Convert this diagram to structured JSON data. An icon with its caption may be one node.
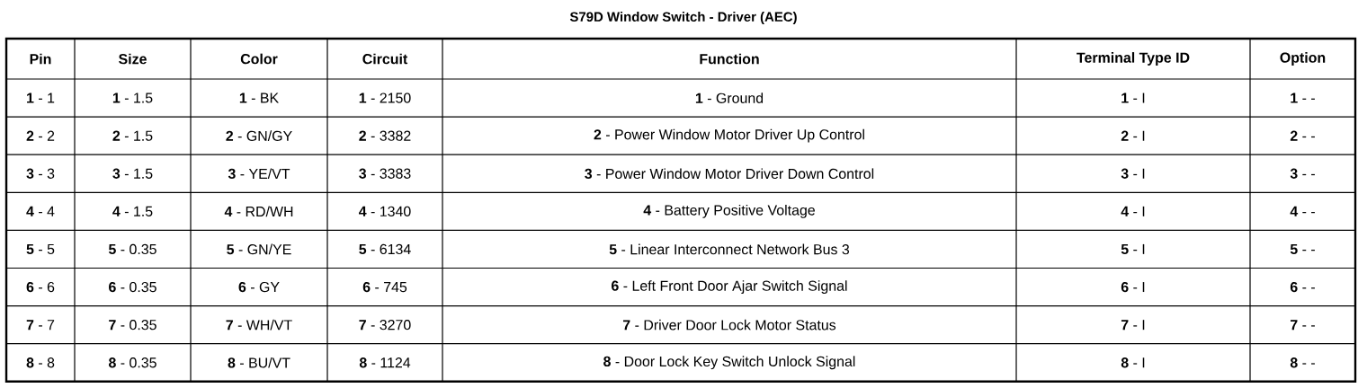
{
  "diagram": {
    "title": "S79D Window Switch - Driver (AEC)",
    "labels": [
      "Pin",
      "Size",
      "Color",
      "Circuit",
      "Function",
      "Terminal Type ID",
      "Option",
      "**1** - 1",
      "**1** - 1.5",
      "**1** - BK",
      "**1** - 2150",
      "**1** - Ground",
      "**1** - I",
      "**1** - -",
      "**2** - 2",
      "**2** - 1.5",
      "**2** - GN/GY",
      "**2** - 3382",
      "**2** - Power Window Motor Driver Up Control",
      "**2** - I",
      "**2** - -",
      "**3** - 3",
      "**3** - 1.5",
      "**3** - YE/VT",
      "**3** - 3383",
      "**3** - Power Window Motor Driver Down Control",
      "**3** - I",
      "**3** - -",
      "**4** - 4",
      "**4** - 1.5",
      "**4** - RD/WH",
      "**4** - 1340",
      "**4** - Battery Positive Voltage",
      "**4** - I",
      "**4** - -",
      "**5** - 5",
      "**5** - 0.35",
      "**5** - GN/YE",
      "**5** - 6134",
      "**5** - Linear Interconnect Network Bus 3",
      "**5** - I",
      "**5** - -",
      "**6** - 6",
      "**6** - 0.35",
      "**6** - GY",
      "**6** - 745",
      "**6** - Left Front Door Ajar Switch Signal",
      "**6** - I",
      "**6** - -",
      "**7** - 7",
      "**7** - 0.35",
      "**7** - WH/VT",
      "**7** - 3270",
      "**7** - Driver Door Lock Motor Status",
      "**7** - I",
      "**7** - -",
      "**8** - 8",
      "**8** - 0.35",
      "**8** - BU/VT",
      "**8** - 1124",
      "**8** - Door Lock Key Switch Unlock Signal",
      "**8** - I",
      "**8** - -"
    ]
  }
}
